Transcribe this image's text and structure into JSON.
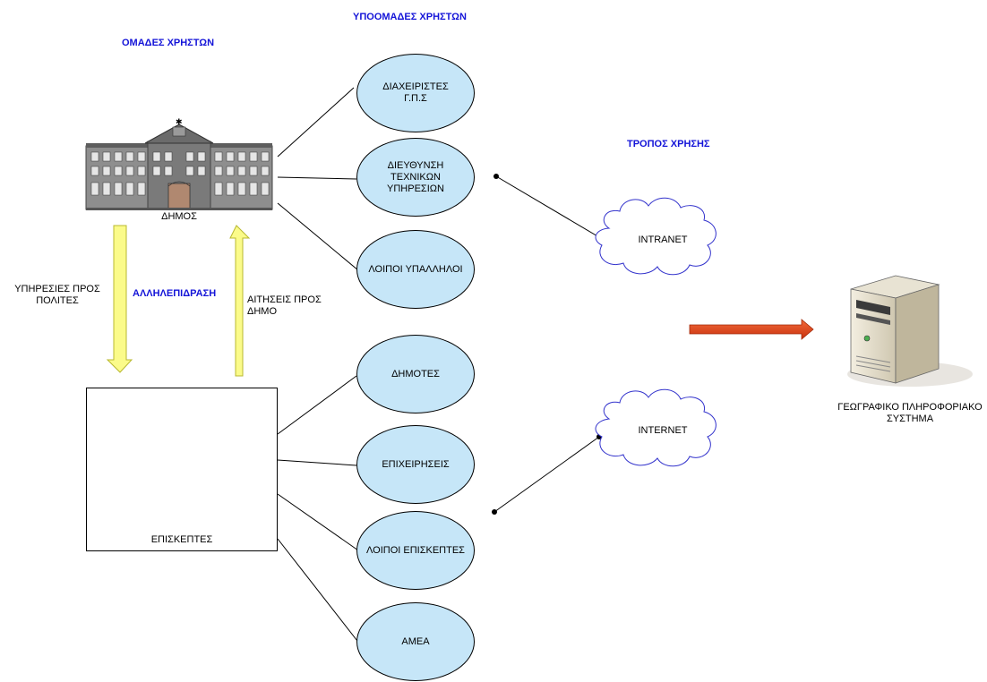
{
  "headings": {
    "user_groups": "ΟΜΑΔΕΣ ΧΡΗΣΤΩΝ",
    "user_subgroups": "ΥΠΟΟΜΑΔΕΣ ΧΡΗΣΤΩΝ",
    "usage_mode": "ΤΡΟΠΟΣ ΧΡΗΣΗΣ",
    "interaction": "ΑΛΛΗΛΕΠΙΔΡΑΣΗ"
  },
  "groups": {
    "municipality": "ΔΗΜΟΣ",
    "visitors": "ΕΠΙΣΚΕΠΤΕΣ"
  },
  "arrows": {
    "down_label_line1": "ΥΠΗΡΕΣΙΕΣ ΠΡΟΣ",
    "down_label_line2": "ΠΟΛΙΤΕΣ",
    "up_label_line1": "ΑΙΤΗΣΕΙΣ ΠΡΟΣ",
    "up_label_line2": "ΔΗΜΟ"
  },
  "subgroups_municipality": [
    {
      "lines": [
        "ΔΙΑΧΕΙΡΙΣΤΕΣ",
        "Γ.Π.Σ"
      ]
    },
    {
      "lines": [
        "ΔΙΕΥΘΥΝΣΗ",
        "ΤΕΧΝΙΚΩΝ",
        "ΥΠΗΡΕΣΙΩΝ"
      ]
    },
    {
      "lines": [
        "ΛΟΙΠΟΙ ΥΠΑΛΛΗΛΟΙ"
      ]
    }
  ],
  "subgroups_visitors": [
    {
      "lines": [
        "ΔΗΜΟΤΕΣ"
      ]
    },
    {
      "lines": [
        "ΕΠΙΧΕΙΡΗΣΕΙΣ"
      ]
    },
    {
      "lines": [
        "ΛΟΙΠΟΙ ΕΠΙΣΚΕΠΤΕΣ"
      ]
    },
    {
      "lines": [
        "ΑΜΕΑ"
      ]
    }
  ],
  "networks": {
    "intranet": "INTRANET",
    "internet": "INTERNET"
  },
  "system": {
    "line1": "ΓΕΩΓΡΑΦΙΚΟ ΠΛΗΡΟΦΟΡΙΑΚΟ",
    "line2": "ΣΥΣΤΗΜΑ"
  },
  "colors": {
    "heading": "#1414d8",
    "ellipse_fill": "#c6e6f8",
    "arrow_fill": "#fbfb8a",
    "cloud_stroke": "#3333cc",
    "red_arrow": "#e8421c",
    "people_blue": "#6f93d8"
  }
}
